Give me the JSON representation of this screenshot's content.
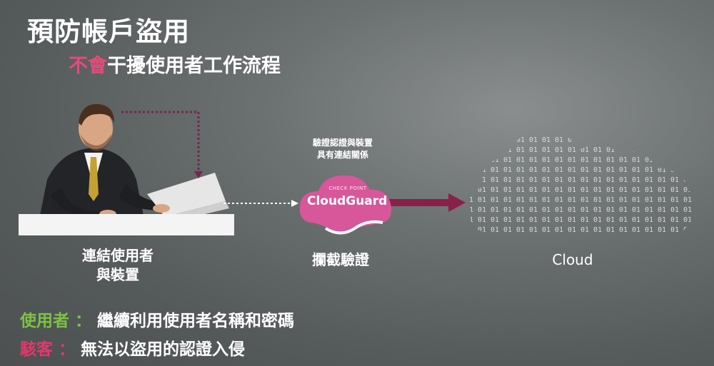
{
  "title": "預防帳戶盜用",
  "subtitle": {
    "highlight": "不會",
    "rest": "干擾使用者工作流程"
  },
  "nodes": {
    "user": {
      "line1": "連結使用者",
      "line2": "與裝置"
    },
    "verify_note": {
      "line1": "驗證認證與裝置",
      "line2": "具有連結關係"
    },
    "cloudguard": {
      "brand_small": "CHECK POINT",
      "brand": "CloudGuard",
      "label": "攔截驗證"
    },
    "cloud": {
      "label": "Cloud"
    }
  },
  "bottom": [
    {
      "label": "使用者",
      "colon": "：",
      "text": "繼續利用使用者名稱和密碼",
      "color": "#7cc243"
    },
    {
      "label": "駭客",
      "colon": "：",
      "text": "無法以盜用的認證入侵",
      "color": "#e8356b"
    }
  ],
  "colors": {
    "accent_pink": "#e8497a",
    "arrow": "#8a1f4a",
    "cloudguard": "#d8569a",
    "user_green": "#7cc243",
    "hacker_red": "#e8356b"
  }
}
